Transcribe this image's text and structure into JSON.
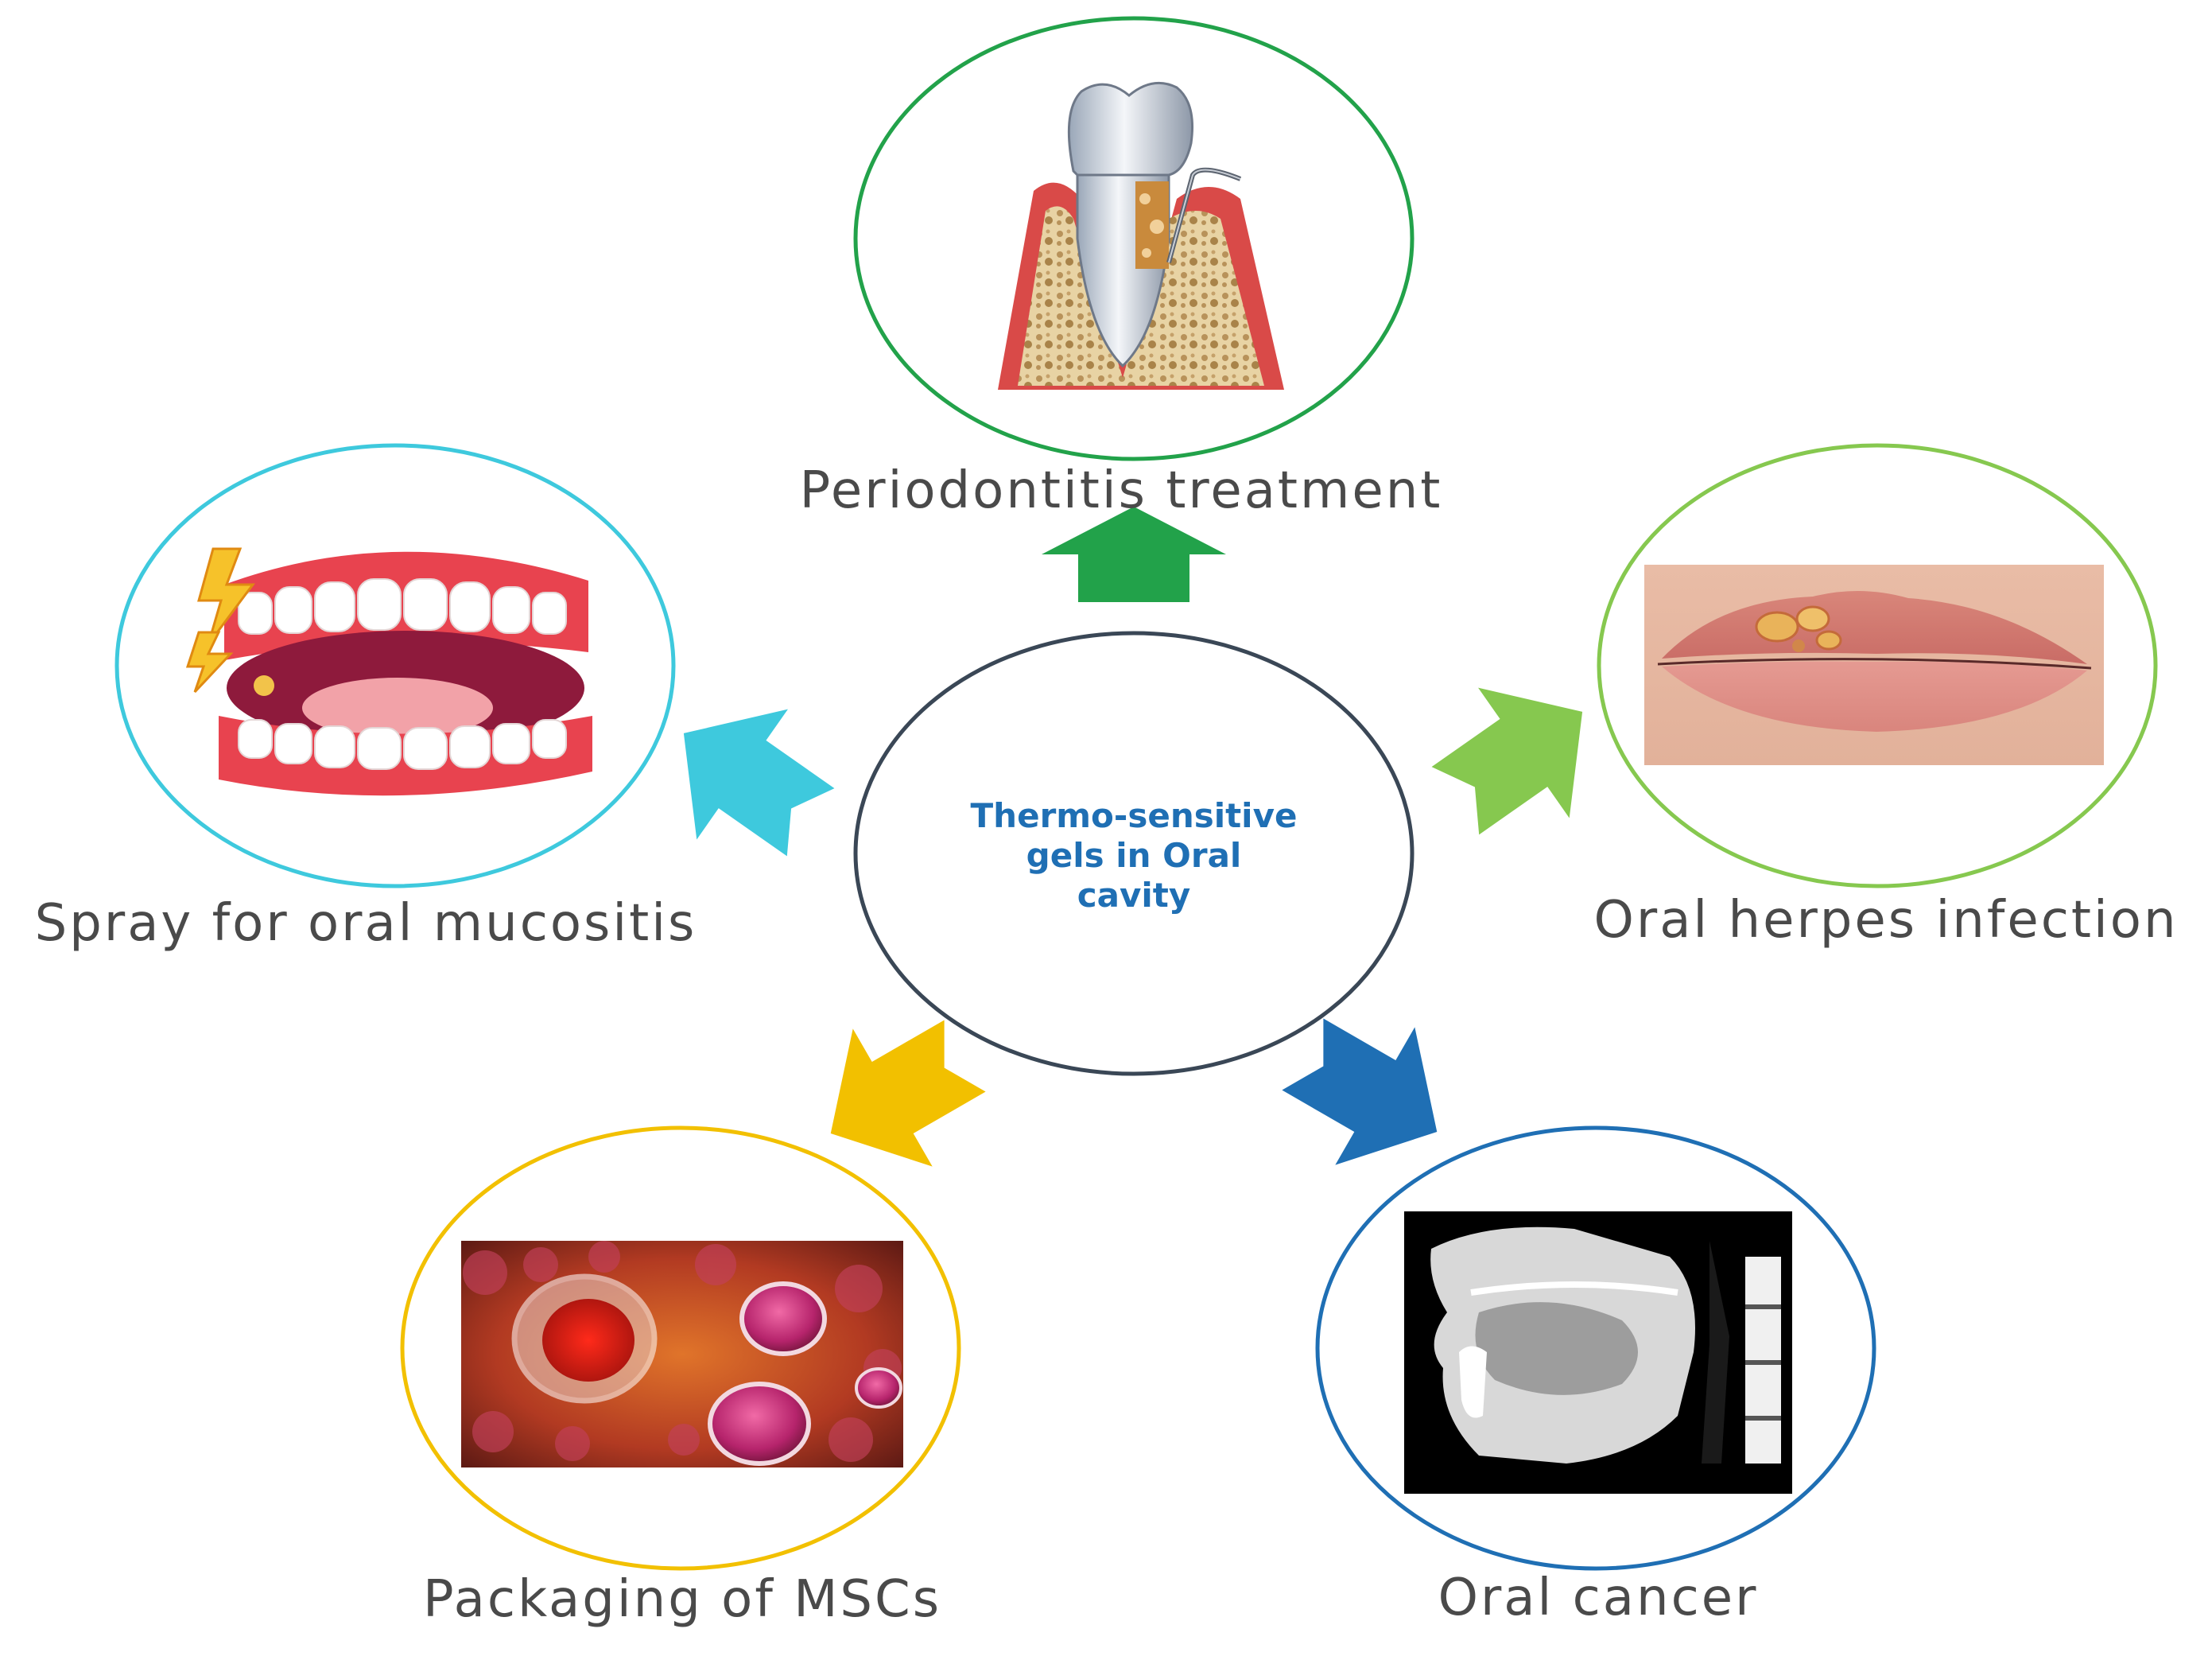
{
  "center": {
    "line1": "Thermo-sensitive",
    "line2": "gels in Oral",
    "line3": "cavity"
  },
  "nodes": {
    "periodontitis": {
      "label": "Periodontitis treatment",
      "icon": "tooth-gum-icon",
      "color": "#22a24a"
    },
    "mucositis": {
      "label": "Spray for oral mucositis",
      "icon": "open-mouth-icon",
      "color": "#3ec9dd"
    },
    "herpes": {
      "label": "Oral herpes infection",
      "icon": "lips-herpes-icon",
      "color": "#86c84f"
    },
    "msc": {
      "label": "Packaging of MSCs",
      "icon": "stem-cells-icon",
      "color": "#f2c000"
    },
    "cancer": {
      "label": "Oral cancer",
      "icon": "head-scan-icon",
      "color": "#1f6fb4"
    }
  },
  "colors": {
    "center_ring": "#3a4756",
    "label_text": "#4a4a4a",
    "center_text": "#1f6fb4"
  }
}
